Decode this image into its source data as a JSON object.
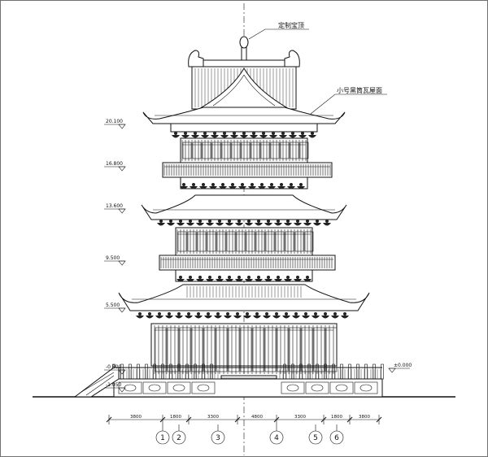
{
  "annotations": {
    "finial": "定制宝顶",
    "roof_tiles": "小号黑筒瓦屋面"
  },
  "levels": [
    {
      "label": "20.100",
      "side": "left"
    },
    {
      "label": "16.800",
      "side": "left"
    },
    {
      "label": "13.600",
      "side": "left"
    },
    {
      "label": "9.500",
      "side": "left"
    },
    {
      "label": "5.500",
      "side": "left"
    },
    {
      "label": "-0.800",
      "side": "left"
    },
    {
      "label": "-1.050",
      "side": "left"
    },
    {
      "label": "±0.000",
      "side": "right"
    }
  ],
  "dimensions": [
    "3800",
    "1800",
    "3300",
    "4800",
    "3300",
    "1800",
    "3800"
  ],
  "axes": [
    "1",
    "2",
    "3",
    "4",
    "5",
    "6"
  ]
}
